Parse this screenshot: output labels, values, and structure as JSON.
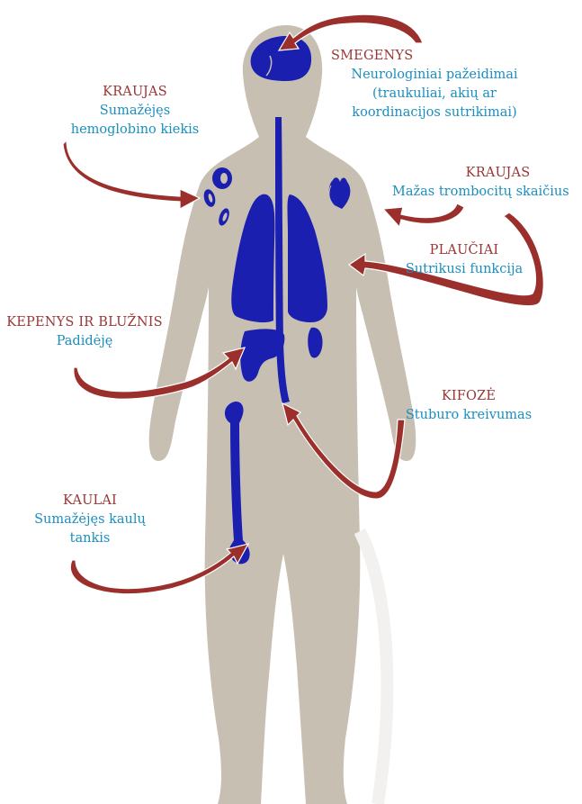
{
  "colors": {
    "body_fill": "#c8bfb3",
    "organ_fill": "#1a1fb0",
    "arrow_fill": "#9b2f2c",
    "title_text": "#9a3535",
    "desc_text": "#1a8fbf",
    "halo": "#ffffff"
  },
  "callouts": [
    {
      "id": "brain",
      "title": "SMEGENYS",
      "desc": [
        "Neurologiniai pažeidimai",
        "(traukuliai, akių ar",
        "koordinacijos sutrikimai)"
      ]
    },
    {
      "id": "blood-left",
      "title": "KRAUJAS",
      "desc": [
        "Sumažėjęs",
        "hemoglobino kiekis"
      ]
    },
    {
      "id": "blood-right",
      "title": "KRAUJAS",
      "desc": [
        "Mažas trombocitų skaičius"
      ]
    },
    {
      "id": "lungs",
      "title": "PLAUČIAI",
      "desc": [
        "Sutrikusi funkcija"
      ]
    },
    {
      "id": "liver-spleen",
      "title": "KEPENYS IR BLUŽNIS",
      "desc": [
        "Padidėję"
      ]
    },
    {
      "id": "kyphosis",
      "title": "KIFOZĖ",
      "desc": [
        "Stuburo kreivumas"
      ]
    },
    {
      "id": "bones",
      "title": "KAULAI",
      "desc": [
        "Sumažėjęs kaulų",
        "tankis"
      ]
    }
  ],
  "organs": [
    "brain",
    "blood-cells",
    "lungs",
    "spine",
    "liver",
    "spleen",
    "femur",
    "heart-like-cells"
  ]
}
